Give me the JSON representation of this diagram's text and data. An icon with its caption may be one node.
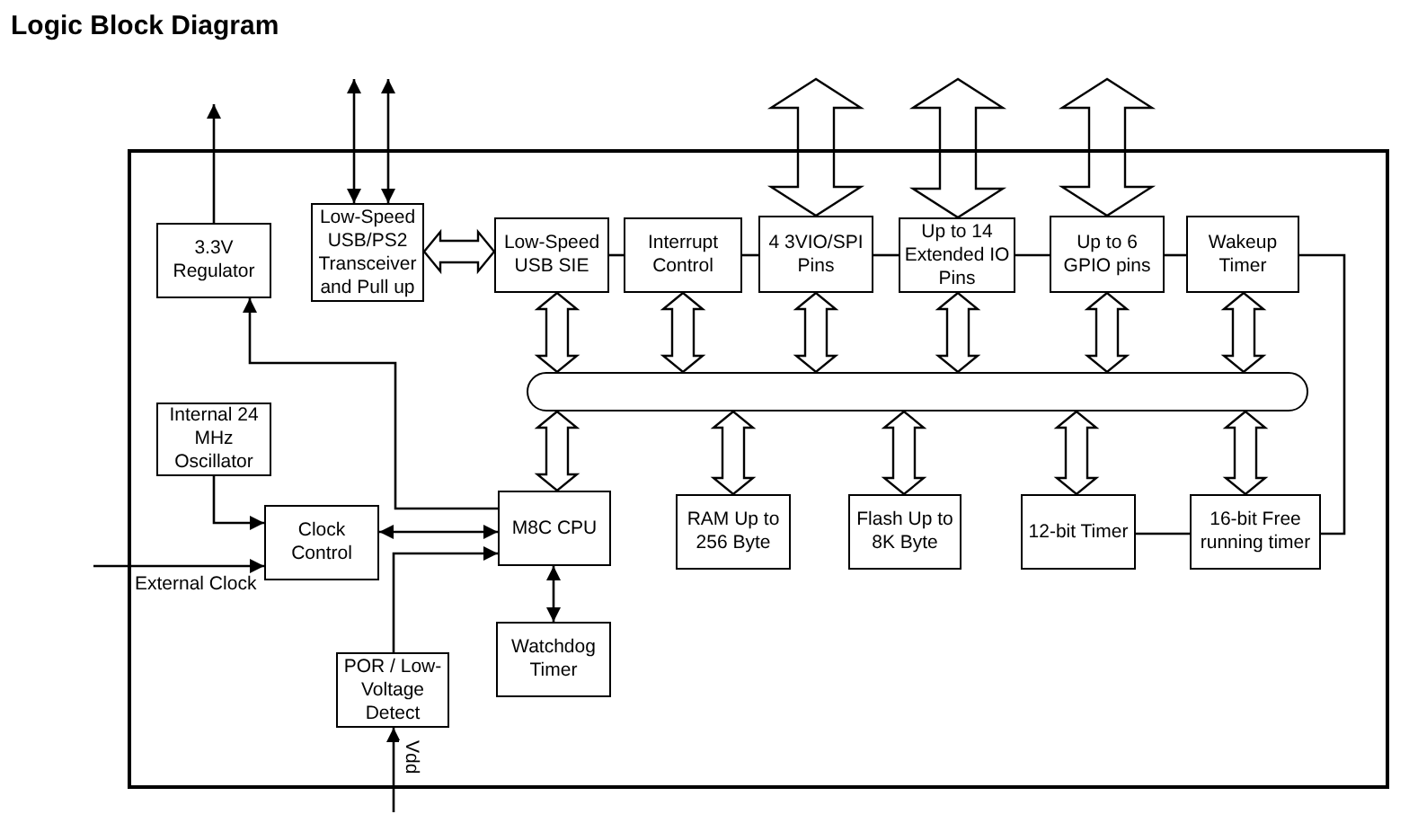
{
  "diagram": {
    "title": "Logic Block Diagram",
    "nodes": [
      {
        "text": [],
        "shape": "box"
      },
      {
        "text": [
          "3.3V Regulator"
        ],
        "in": 0
      },
      {
        "text": [
          "Low-Speed USB/PS2 Transceiver and Pull up"
        ],
        "in": 0
      },
      {
        "text": [
          "Low-Speed USB SIE"
        ],
        "in": 0
      },
      {
        "text": [
          "Interrupt Control"
        ],
        "in": 0
      },
      {
        "text": [
          "4 3VIO/SPI Pins"
        ],
        "in": 0
      },
      {
        "text": [
          "Up to 14 Extended IO Pins"
        ],
        "in": 0
      },
      {
        "text": [
          "Up to 6 GPIO pins"
        ],
        "in": 0
      },
      {
        "text": [
          "Wakeup Timer"
        ],
        "in": 0
      },
      {
        "text": [],
        "shape": "bar",
        "in": 0
      },
      {
        "text": [
          "Internal 24 MHz Oscillator"
        ],
        "in": 0
      },
      {
        "text": [
          "Clock Control"
        ],
        "in": 0
      },
      {
        "text": [
          "M8C CPU"
        ],
        "in": 0
      },
      {
        "text": [
          "RAM Up to 256 Byte"
        ],
        "in": 0
      },
      {
        "text": [
          "Flash Up to 8K Byte"
        ],
        "in": 0
      },
      {
        "text": [
          "12-bit Timer"
        ],
        "in": 0
      },
      {
        "text": [
          "16-bit Free running timer"
        ],
        "in": 0
      },
      {
        "text": [
          "Watchdog Timer"
        ],
        "in": 0
      },
      {
        "text": [
          "POR / Low-Voltage Detect"
        ],
        "in": 0
      }
    ],
    "edges": [
      {
        "from": 1,
        "to": null,
        "arrow": "to"
      },
      {
        "from": 2,
        "to": null,
        "arrow": "both"
      },
      {
        "from": 2,
        "to": null,
        "arrow": "both"
      },
      {
        "from": 2,
        "to": 3,
        "arrow": "both",
        "style": "thick"
      },
      {
        "from": null,
        "to": 5,
        "arrow": "both",
        "style": "thick"
      },
      {
        "from": null,
        "to": 6,
        "arrow": "both",
        "style": "thick"
      },
      {
        "from": null,
        "to": 7,
        "arrow": "both",
        "style": "thick"
      },
      {
        "from": 3,
        "to": 4,
        "arrow": "none"
      },
      {
        "from": 4,
        "to": 5,
        "arrow": "none"
      },
      {
        "from": 5,
        "to": 6,
        "arrow": "none"
      },
      {
        "from": 6,
        "to": 7,
        "arrow": "none"
      },
      {
        "from": 7,
        "to": 8,
        "arrow": "none"
      },
      {
        "from": 8,
        "to": 16,
        "arrow": "none"
      },
      {
        "from": 15,
        "to": 16,
        "arrow": "none"
      },
      {
        "from": 12,
        "to": 1,
        "arrow": "to"
      },
      {
        "from": 3,
        "to": 9,
        "arrow": "both",
        "style": "thick"
      },
      {
        "from": 4,
        "to": 9,
        "arrow": "both",
        "style": "thick"
      },
      {
        "from": 5,
        "to": 9,
        "arrow": "both",
        "style": "thick"
      },
      {
        "from": 6,
        "to": 9,
        "arrow": "both",
        "style": "thick"
      },
      {
        "from": 7,
        "to": 9,
        "arrow": "both",
        "style": "thick"
      },
      {
        "from": 8,
        "to": 9,
        "arrow": "both",
        "style": "thick"
      },
      {
        "from": 9,
        "to": 12,
        "arrow": "both",
        "style": "thick"
      },
      {
        "from": 9,
        "to": 13,
        "arrow": "both",
        "style": "thick"
      },
      {
        "from": 9,
        "to": 14,
        "arrow": "both",
        "style": "thick"
      },
      {
        "from": 9,
        "to": 15,
        "arrow": "both",
        "style": "thick"
      },
      {
        "from": 9,
        "to": 16,
        "arrow": "both",
        "style": "thick"
      },
      {
        "from": 10,
        "to": 11,
        "arrow": "to"
      },
      {
        "from": 11,
        "to": 12,
        "arrow": "both"
      },
      {
        "from": 18,
        "to": 12,
        "arrow": "to"
      },
      {
        "from": 12,
        "to": 17,
        "arrow": "both"
      },
      {
        "from": null,
        "to": 11,
        "arrow": "to",
        "label": "External Clock"
      },
      {
        "from": null,
        "to": 18,
        "arrow": "to",
        "label": "Vdd"
      }
    ]
  }
}
